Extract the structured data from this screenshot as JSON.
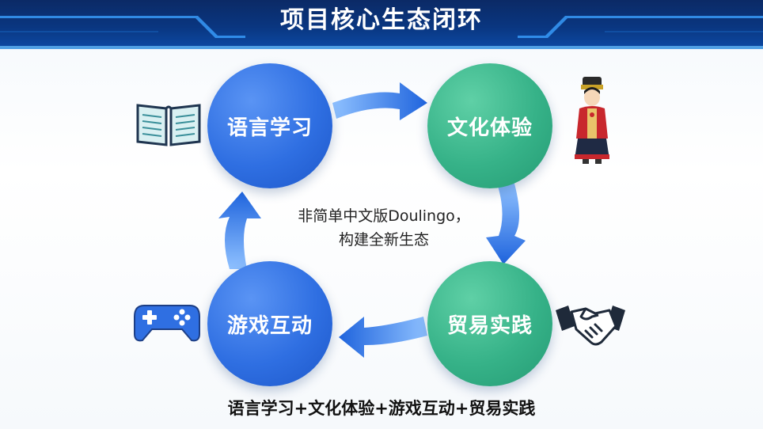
{
  "header": {
    "title": "项目核心生态闭环"
  },
  "nodes": {
    "language": {
      "label": "语言学习",
      "color": "#2f6fe2"
    },
    "culture": {
      "label": "文化体验",
      "color": "#36b288"
    },
    "trade": {
      "label": "贸易实践",
      "color": "#36b288"
    },
    "game": {
      "label": "游戏互动",
      "color": "#2f6fe2"
    }
  },
  "center": {
    "line1": "非简单中文版Doulingo，",
    "line2": "构建全新生态"
  },
  "footer": {
    "formula": "语言学习+文化体验+游戏互动+贸易实践"
  },
  "icons": [
    "book-icon",
    "ethnic-figure-icon",
    "handshake-icon",
    "gamepad-icon"
  ],
  "colors": {
    "header_bg": "#0a3680",
    "arrow": "#2f76e6",
    "blue_node": "#2f6fe2",
    "green_node": "#36b288"
  }
}
